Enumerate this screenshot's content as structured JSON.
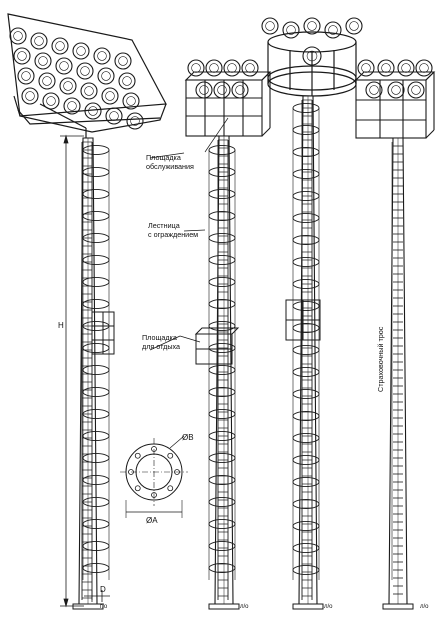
{
  "labels": {
    "service_platform": [
      "Площадка",
      "обслуживания"
    ],
    "ladder_guard": [
      "Лестница",
      "с ограждением"
    ],
    "rest_platform": [
      "Площадка",
      "для отдыха"
    ],
    "safety_cable": "Страховочный трос"
  },
  "dimensions": {
    "height": "H",
    "diameter": "D",
    "flange_outer": "ØA",
    "bolt_circle": "ØB"
  },
  "ground_level": [
    "г/о",
    "л/о",
    "л/о",
    "л/о"
  ],
  "colors": {
    "line": "#1a1a1a",
    "fill": "#ffffff"
  }
}
